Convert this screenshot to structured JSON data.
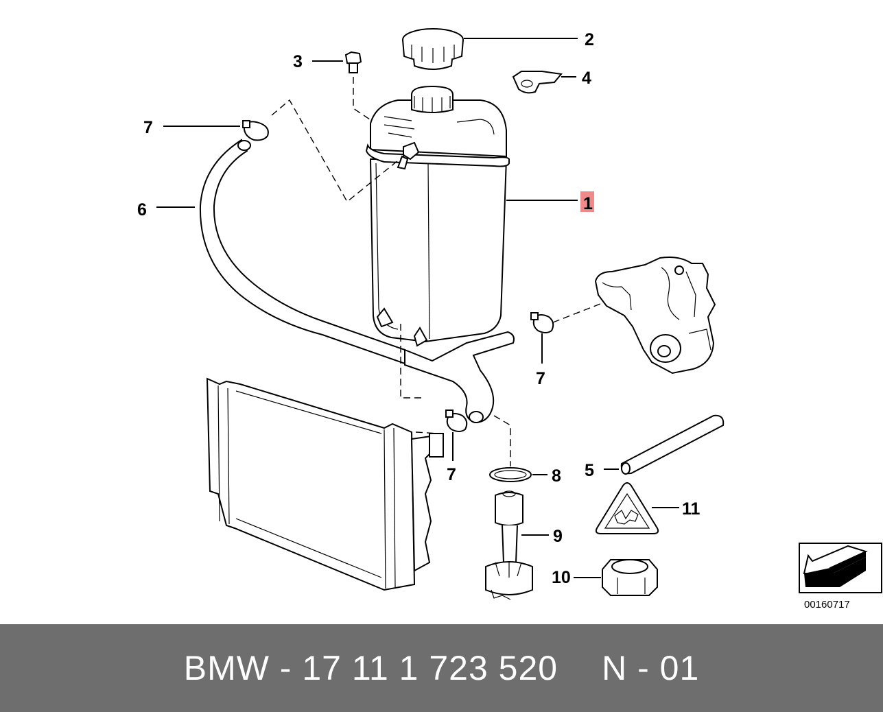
{
  "callouts": {
    "c1": "1",
    "c2": "2",
    "c3": "3",
    "c4": "4",
    "c5": "5",
    "c6": "6",
    "c7a": "7",
    "c7b": "7",
    "c7c": "7",
    "c8": "8",
    "c9": "9",
    "c10": "10",
    "c11": "11"
  },
  "diagram_ref": "00160717",
  "footer": {
    "part_number": "BMW - 17 11 1 723 520",
    "position": "N - 01"
  },
  "colors": {
    "highlight": "#f08a8a",
    "footer_bg": "#6e6e6e"
  }
}
